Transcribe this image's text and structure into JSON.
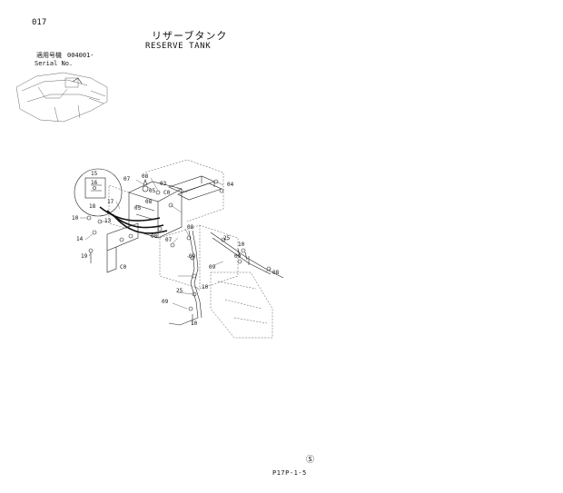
{
  "page": {
    "number": "017",
    "title_jp": "リザーブタンク",
    "title_en": "RESERVE TANK",
    "serial_label_jp": "適用号機",
    "serial_range": "004001-",
    "serial_label_en": "Serial No.",
    "copyright_symbol": "Ⓢ",
    "page_code": "P17P-1-5"
  },
  "callouts": [
    "15",
    "16",
    "17",
    "18",
    "10",
    "13",
    "14",
    "19",
    "07",
    "08",
    "05",
    "03",
    "04",
    "08",
    "05",
    "08",
    "07",
    "08",
    "09",
    "25",
    "10",
    "09",
    "08",
    "09",
    "25",
    "10",
    "09",
    "10",
    "C0",
    "C0"
  ]
}
